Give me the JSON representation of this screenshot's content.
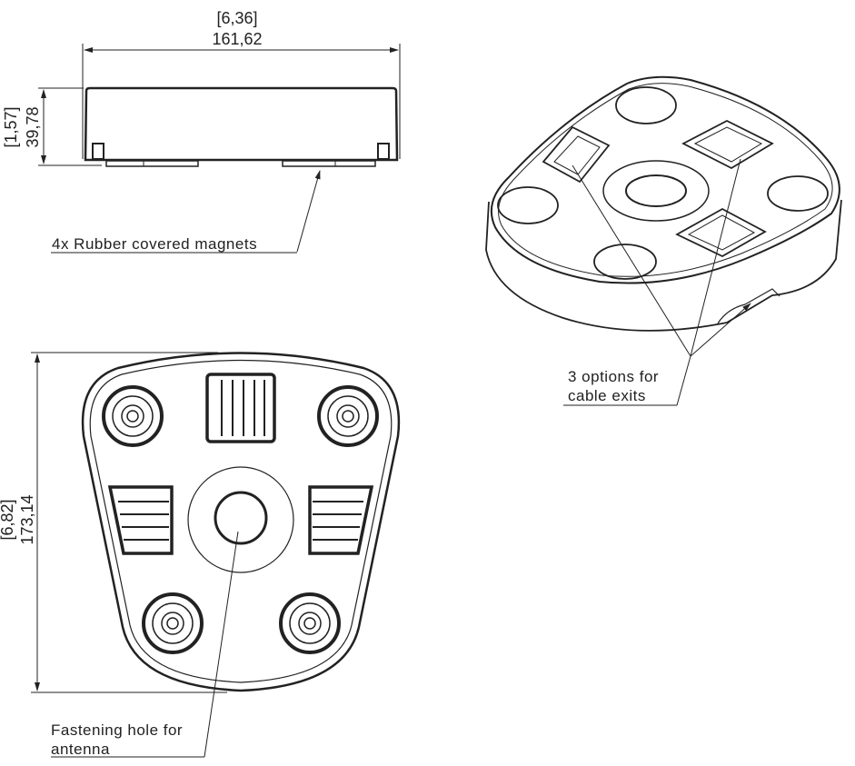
{
  "side_view": {
    "width_inch": "[6,36]",
    "width_mm": "161,62",
    "height_inch": "[1,57]",
    "height_mm": "39,78",
    "magnet_label": "4x Rubber covered magnets"
  },
  "bottom_view": {
    "height_inch": "[6,82]",
    "height_mm": "173,14",
    "hole_label_line1": "Fastening hole for",
    "hole_label_line2": "antenna"
  },
  "iso_view": {
    "cable_label_line1": "3 options for",
    "cable_label_line2": "cable exits"
  }
}
